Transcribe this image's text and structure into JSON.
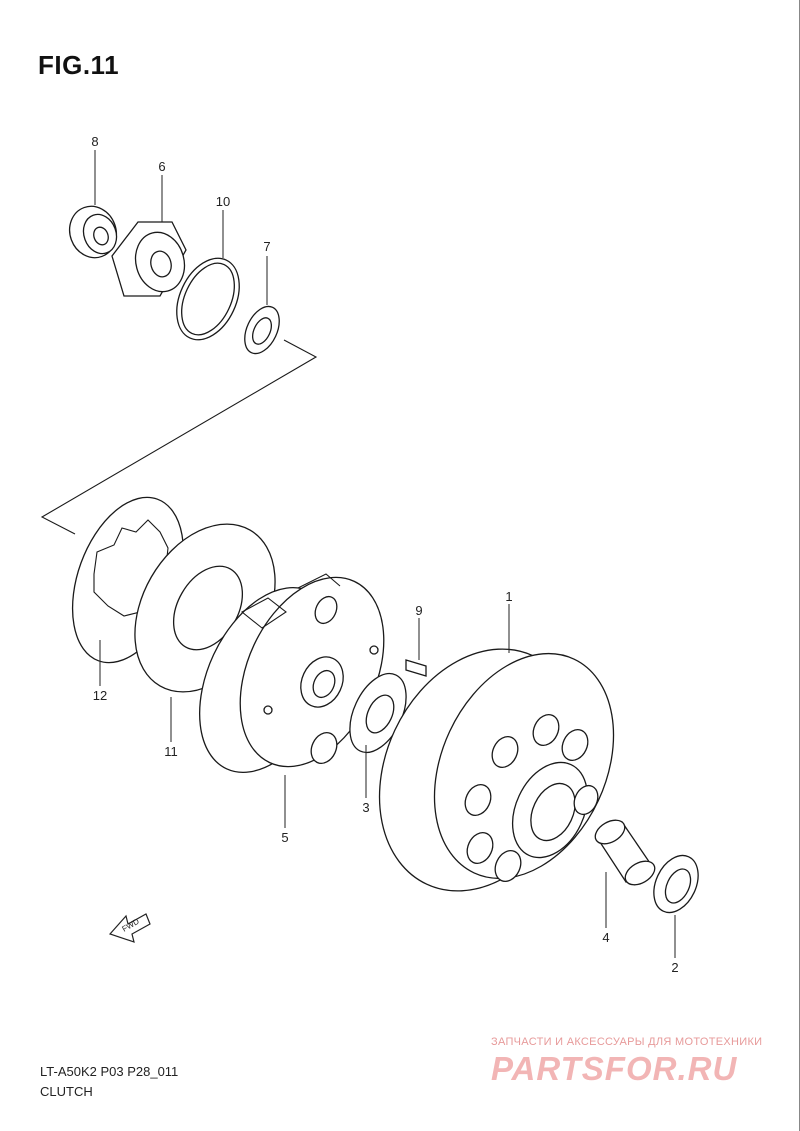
{
  "figure": {
    "title": "FIG.11"
  },
  "footer": {
    "model_code": "LT-A50K2 P03 P28_011",
    "section_name": "CLUTCH"
  },
  "callouts": [
    "1",
    "2",
    "3",
    "4",
    "5",
    "6",
    "7",
    "8",
    "9",
    "10",
    "11",
    "12"
  ],
  "fwd_label": "FWD",
  "watermark": {
    "line1": "ЗАПЧАСТИ И АКСЕССУАРЫ ДЛЯ МОТОТЕХНИКИ",
    "line2": "PARTSFOR.RU"
  }
}
